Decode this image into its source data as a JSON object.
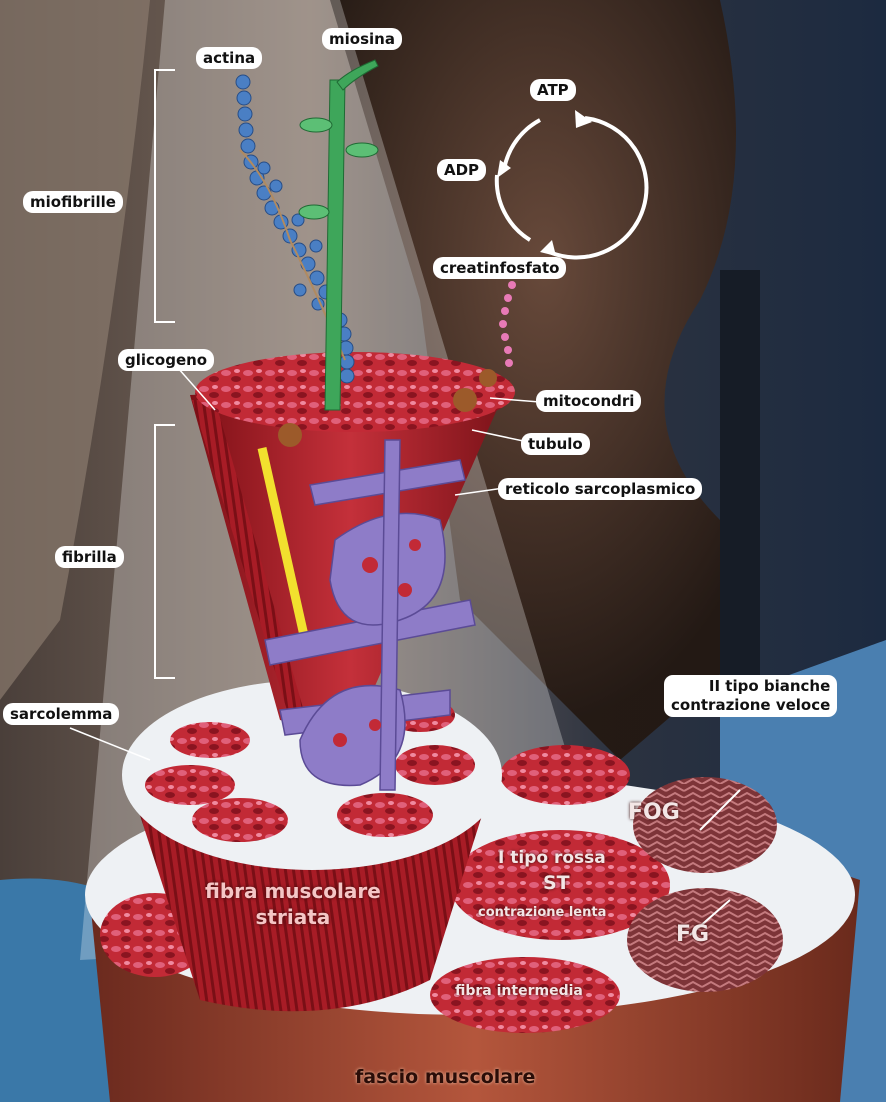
{
  "labels": {
    "actina": "actina",
    "miosina": "miosina",
    "atp": "ATP",
    "adp": "ADP",
    "creatinfosfato": "creatinfosfato",
    "miofibrille": "miofibrille",
    "glicogeno": "glicogeno",
    "mitocondri": "mitocondri",
    "tubulo": "tubulo",
    "reticolo": "reticolo sarcoplasmico",
    "fibrilla": "fibrilla",
    "sarcolemma": "sarcolemma",
    "tipo2": "II tipo bianche\ncontrazione veloce",
    "fog": "FOG",
    "fg": "FG",
    "tipo1_title": "I tipo rossa",
    "tipo1_st": "ST",
    "tipo1_desc": "contrazione lenta",
    "fibra_striata": "fibra muscolare\nstriata",
    "fibra_intermedia": "fibra intermedia",
    "fascio": "fascio muscolare"
  },
  "colors": {
    "muscle": "#b8222c",
    "membrane": "#eef1f4",
    "reticulum": "#8e7cc8",
    "actin": "#4a7fc4",
    "myosin": "#3ea65a"
  }
}
